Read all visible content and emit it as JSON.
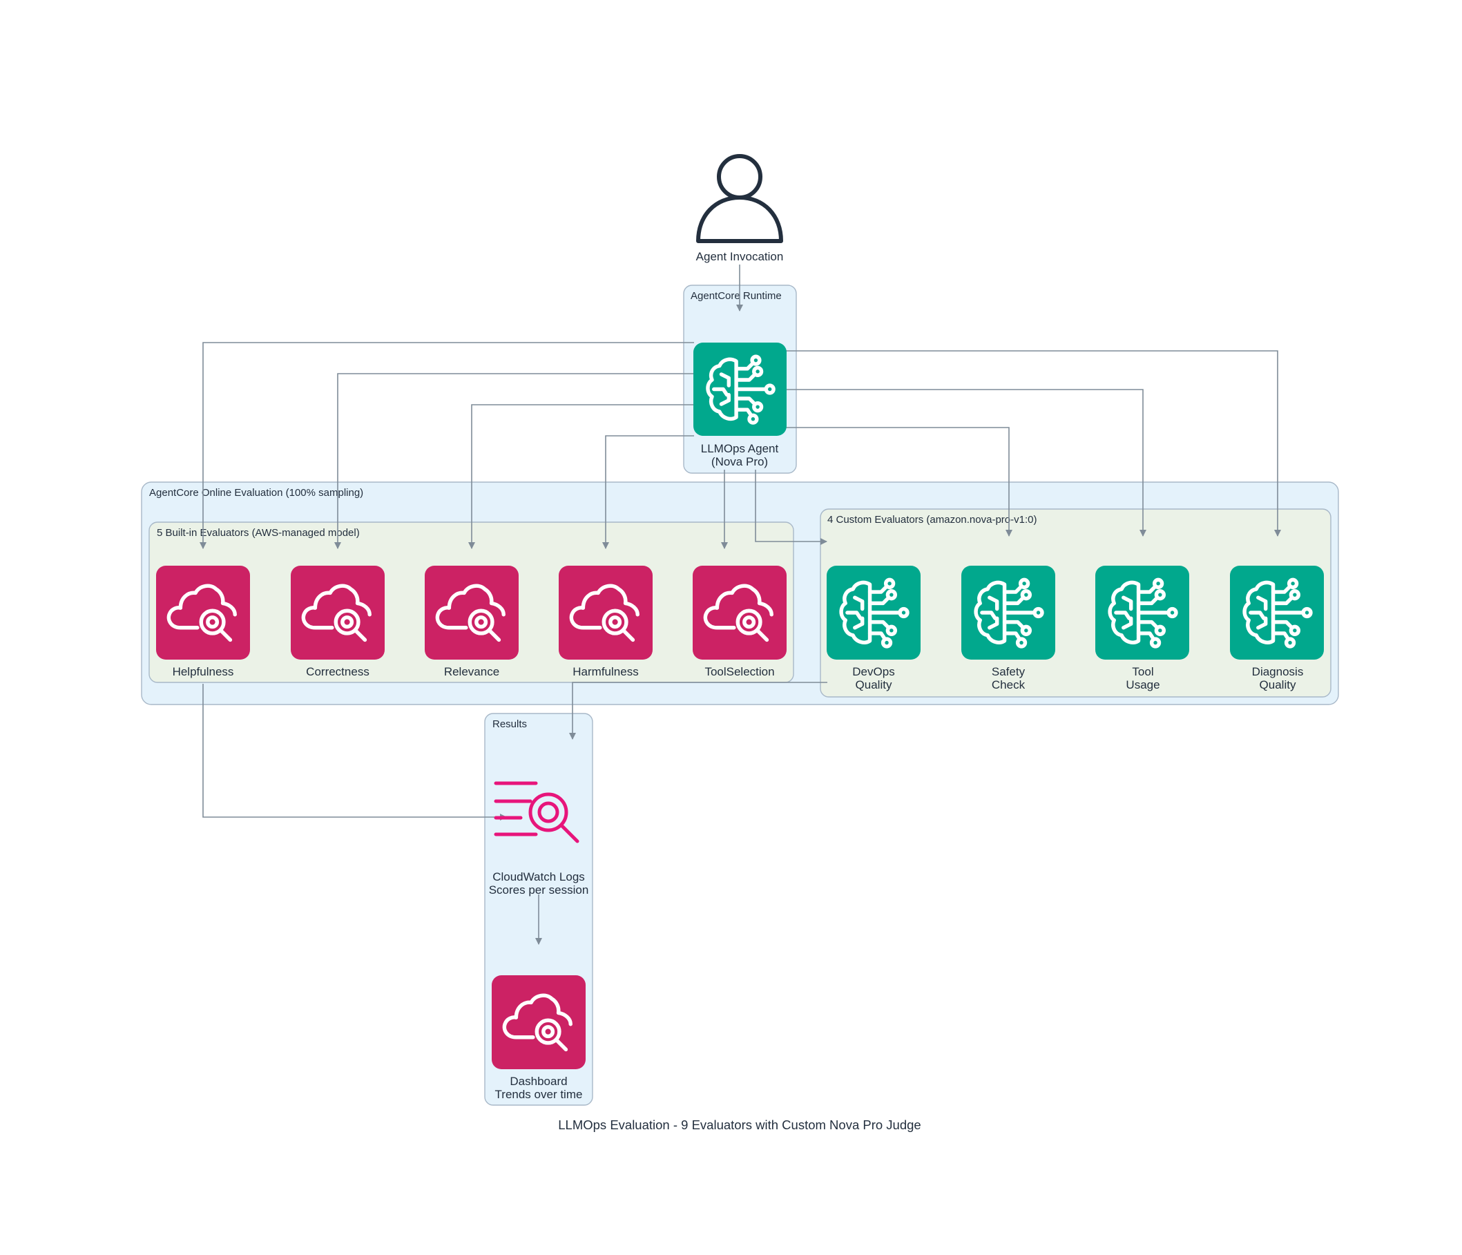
{
  "diagram": {
    "title": "LLMOps Evaluation - 9 Evaluators with Custom Nova Pro Judge",
    "colors": {
      "ml_green": "#01a88d",
      "management_pink": "#cc2264",
      "logs_pink": "#e7157b",
      "cluster_blue_fill": "#e4f2fb",
      "cluster_green_fill": "#ebf2e7",
      "cluster_border": "#a8b8c8",
      "edge": "#7f8c98",
      "text": "#232f3e"
    },
    "clusters": {
      "runtime": "AgentCore Runtime",
      "online_eval": "AgentCore Online Evaluation (100% sampling)",
      "builtin": "5 Built-in Evaluators (AWS-managed model)",
      "custom": "4 Custom Evaluators (amazon.nova-pro-v1:0)",
      "results": "Results"
    },
    "nodes": {
      "user": {
        "label": "Agent Invocation",
        "icon": "user-icon"
      },
      "agent": {
        "label": [
          "LLMOps Agent",
          "(Nova Pro)"
        ],
        "icon": "machine-learning-brain-icon"
      },
      "builtin_evaluators": [
        {
          "label": "Helpfulness",
          "icon": "cloud-search-icon"
        },
        {
          "label": "Correctness",
          "icon": "cloud-search-icon"
        },
        {
          "label": "Relevance",
          "icon": "cloud-search-icon"
        },
        {
          "label": "Harmfulness",
          "icon": "cloud-search-icon"
        },
        {
          "label": "ToolSelection",
          "icon": "cloud-search-icon"
        }
      ],
      "custom_evaluators": [
        {
          "label": [
            "DevOps",
            "Quality"
          ],
          "icon": "machine-learning-brain-icon"
        },
        {
          "label": [
            "Safety",
            "Check"
          ],
          "icon": "machine-learning-brain-icon"
        },
        {
          "label": [
            "Tool",
            "Usage"
          ],
          "icon": "machine-learning-brain-icon"
        },
        {
          "label": [
            "Diagnosis",
            "Quality"
          ],
          "icon": "machine-learning-brain-icon"
        }
      ],
      "logs": {
        "label": [
          "CloudWatch Logs",
          "Scores per session"
        ],
        "icon": "cloudwatch-logs-icon"
      },
      "dashboard": {
        "label": [
          "Dashboard",
          "Trends over time"
        ],
        "icon": "cloud-search-icon"
      }
    }
  }
}
